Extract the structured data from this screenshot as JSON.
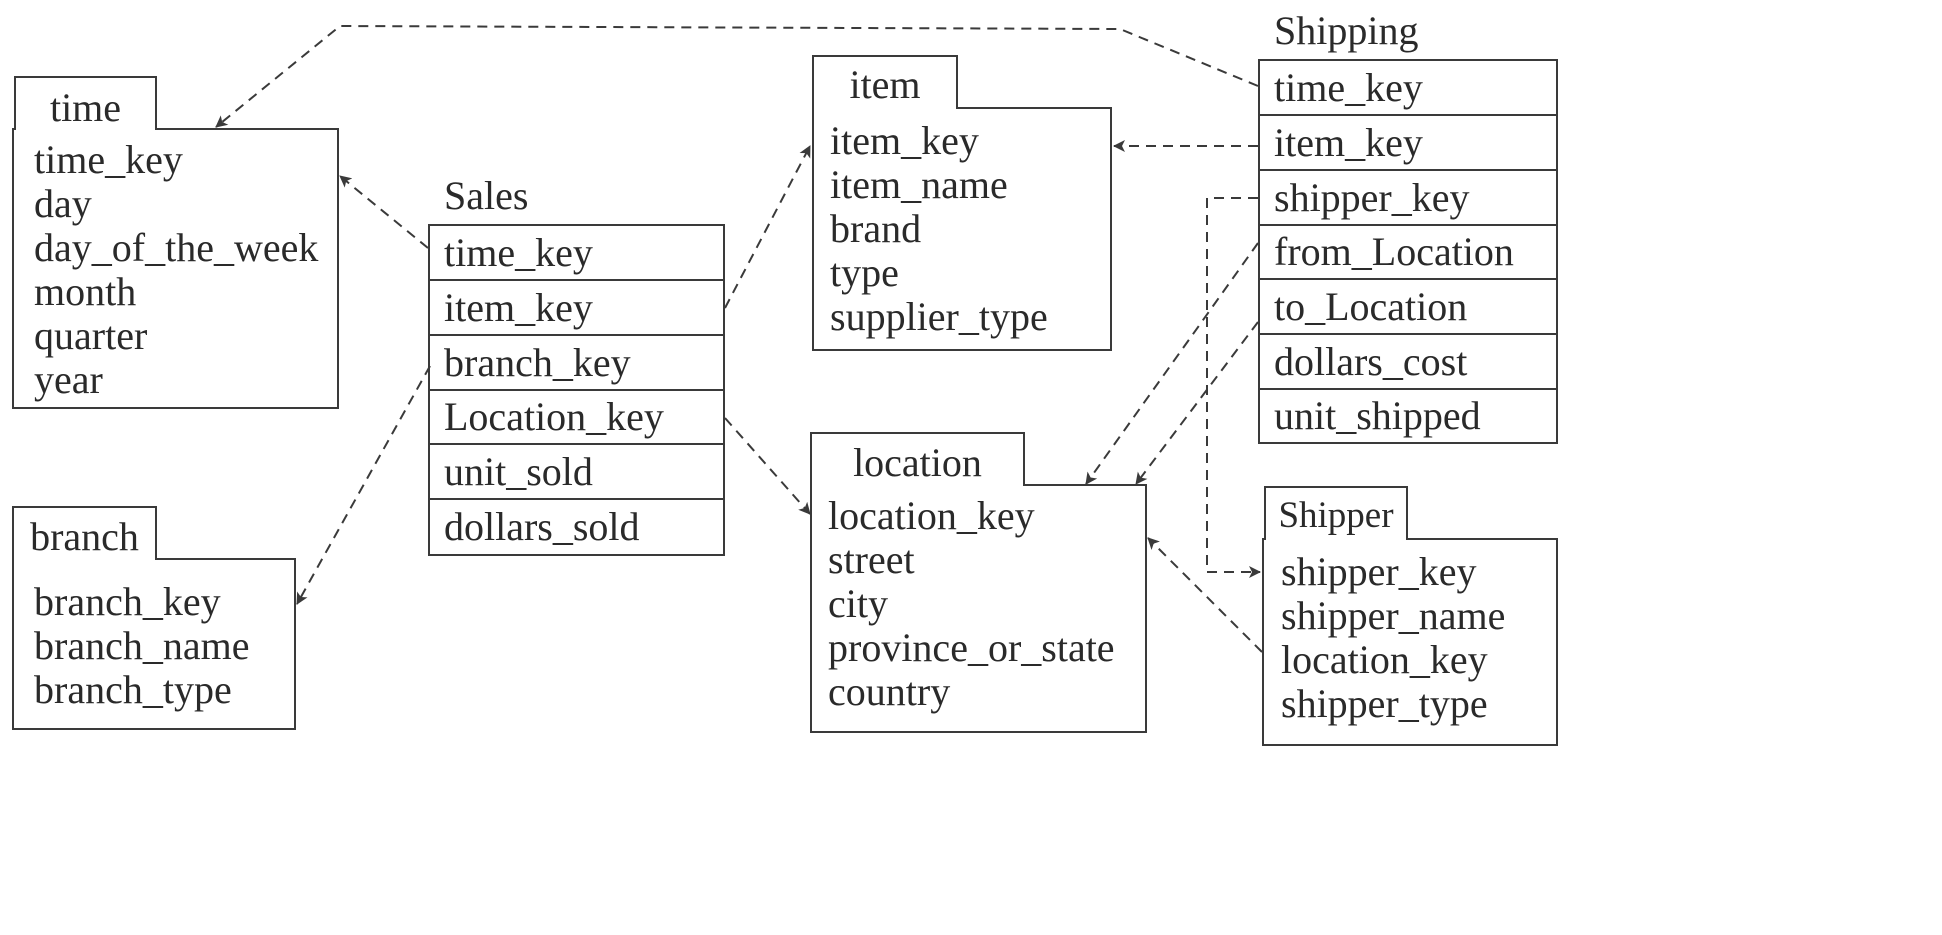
{
  "tables": {
    "time": {
      "label": "time",
      "fields": [
        "time_key",
        "day",
        "day_of_the_week",
        "month",
        "quarter",
        "year"
      ]
    },
    "branch": {
      "label": "branch",
      "fields": [
        "branch_key",
        "branch_name",
        "branch_type"
      ]
    },
    "sales": {
      "label": "Sales",
      "fields": [
        "time_key",
        "item_key",
        "branch_key",
        "Location_key",
        "unit_sold",
        "dollars_sold"
      ]
    },
    "item": {
      "label": "item",
      "fields": [
        "item_key",
        "item_name",
        "brand",
        "type",
        "supplier_type"
      ]
    },
    "location": {
      "label": "location",
      "fields": [
        "location_key",
        "street",
        "city",
        "province_or_state",
        "country"
      ]
    },
    "shipping": {
      "label": "Shipping",
      "fields": [
        "time_key",
        "item_key",
        "shipper_key",
        "from_Location",
        "to_Location",
        "dollars_cost",
        "unit_shipped"
      ]
    },
    "shipper": {
      "label": "Shipper",
      "fields": [
        "shipper_key",
        "shipper_name",
        "location_key",
        "shipper_type"
      ]
    }
  },
  "colors": {
    "ink": "#2a2a2a",
    "line": "#3a3a3a",
    "background": "#ffffff"
  }
}
